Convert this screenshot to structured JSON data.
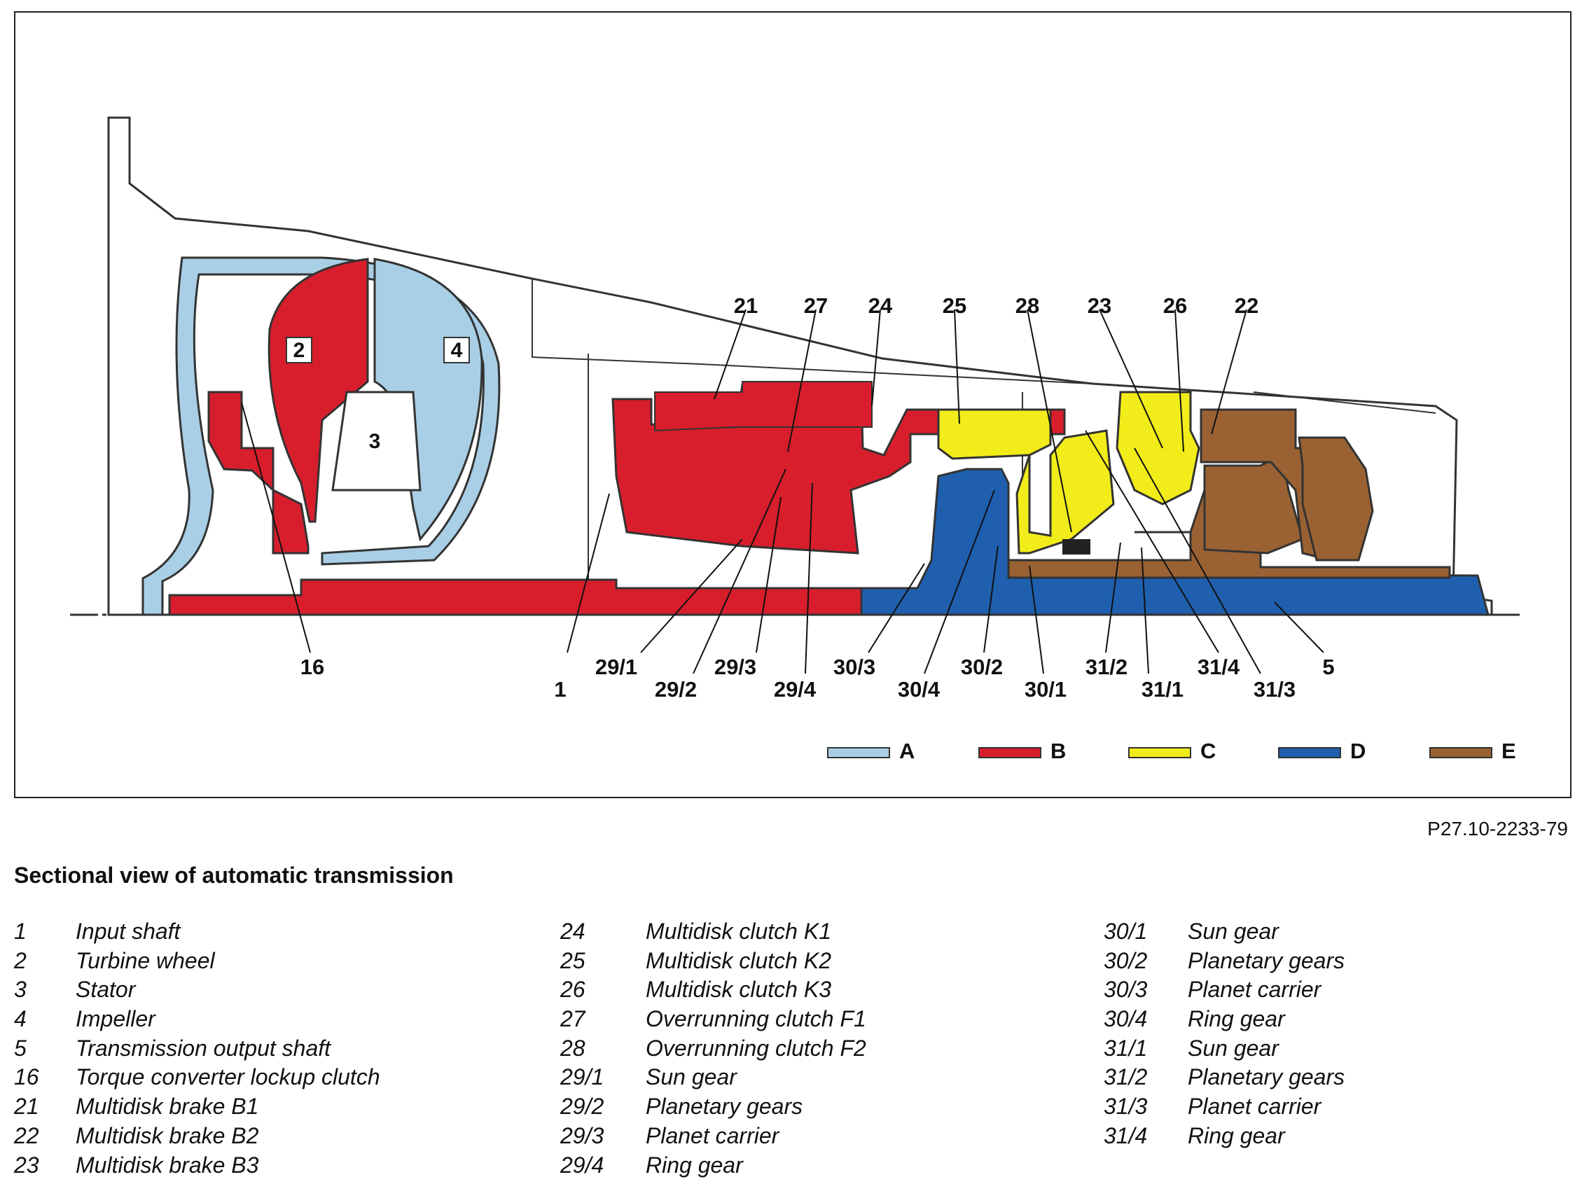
{
  "figure_code": "P27.10-2233-79",
  "caption": "Sectional view of automatic transmission",
  "colors": {
    "A": "#a9cfe6",
    "B": "#d81e2c",
    "C": "#f2ec1a",
    "D": "#1f5fae",
    "E": "#9a6232",
    "outline": "#333333",
    "housing": "#ffffff"
  },
  "color_key": [
    {
      "letter": "A",
      "color": "#a9cfe6"
    },
    {
      "letter": "B",
      "color": "#d81e2c"
    },
    {
      "letter": "C",
      "color": "#f2ec1a"
    },
    {
      "letter": "D",
      "color": "#1f5fae"
    },
    {
      "letter": "E",
      "color": "#9a6232"
    }
  ],
  "inner_labels": [
    "2",
    "3",
    "4"
  ],
  "callouts_top": [
    "21",
    "27",
    "24",
    "25",
    "28",
    "23",
    "26",
    "22"
  ],
  "callouts_bottom": [
    "16",
    "1",
    "29/1",
    "29/2",
    "29/3",
    "29/4",
    "30/3",
    "30/4",
    "30/2",
    "30/1",
    "31/2",
    "31/1",
    "31/4",
    "31/3",
    "5"
  ],
  "legend": [
    [
      {
        "num": "1",
        "label": "Input shaft"
      },
      {
        "num": "2",
        "label": "Turbine wheel"
      },
      {
        "num": "3",
        "label": "Stator"
      },
      {
        "num": "4",
        "label": "Impeller"
      },
      {
        "num": "5",
        "label": "Transmission output shaft"
      },
      {
        "num": "16",
        "label": "Torque converter lockup clutch"
      },
      {
        "num": "21",
        "label": "Multidisk brake B1"
      },
      {
        "num": "22",
        "label": "Multidisk brake B2"
      },
      {
        "num": "23",
        "label": "Multidisk brake B3"
      }
    ],
    [
      {
        "num": "24",
        "label": "Multidisk clutch K1"
      },
      {
        "num": "25",
        "label": "Multidisk clutch K2"
      },
      {
        "num": "26",
        "label": "Multidisk clutch K3"
      },
      {
        "num": "27",
        "label": "Overrunning clutch F1"
      },
      {
        "num": "28",
        "label": "Overrunning clutch F2"
      },
      {
        "num": "29/1",
        "label": "Sun gear"
      },
      {
        "num": "29/2",
        "label": "Planetary gears"
      },
      {
        "num": "29/3",
        "label": "Planet carrier"
      },
      {
        "num": "29/4",
        "label": "Ring gear"
      }
    ],
    [
      {
        "num": "30/1",
        "label": "Sun gear"
      },
      {
        "num": "30/2",
        "label": "Planetary gears"
      },
      {
        "num": "30/3",
        "label": "Planet carrier"
      },
      {
        "num": "30/4",
        "label": "Ring gear"
      },
      {
        "num": "31/1",
        "label": "Sun gear"
      },
      {
        "num": "31/2",
        "label": "Planetary gears"
      },
      {
        "num": "31/3",
        "label": "Planet carrier"
      },
      {
        "num": "31/4",
        "label": "Ring gear"
      }
    ]
  ]
}
